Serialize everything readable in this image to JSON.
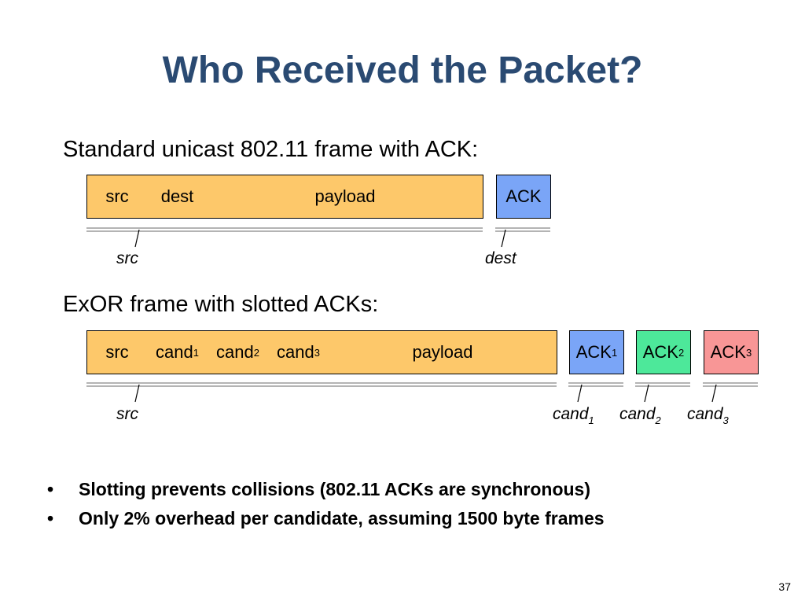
{
  "title": "Who Received the Packet?",
  "section1": {
    "heading": "Standard unicast 802.11 frame with ACK:",
    "fields": [
      "src",
      "dest",
      "payload"
    ],
    "ack": "ACK",
    "labels": [
      "src",
      "dest"
    ]
  },
  "section2": {
    "heading": "ExOR frame with slotted ACKs:",
    "src": "src",
    "cand_base": "cand",
    "subs": [
      "1",
      "2",
      "3"
    ],
    "payload": "payload",
    "ack_base": "ACK",
    "src_label": "src"
  },
  "bullets": [
    "Slotting prevents collisions (802.11 ACKs are synchronous)",
    "Only 2% overhead per candidate, assuming 1500 byte frames"
  ],
  "bullet_symbol": "•",
  "page_number": "37",
  "colors": {
    "title": "#2a4a72",
    "frame": "#fdc86a",
    "ack": "#7aa5f7",
    "ack1": "#7aa5f7",
    "ack2": "#4de89a",
    "ack3": "#f89696"
  }
}
